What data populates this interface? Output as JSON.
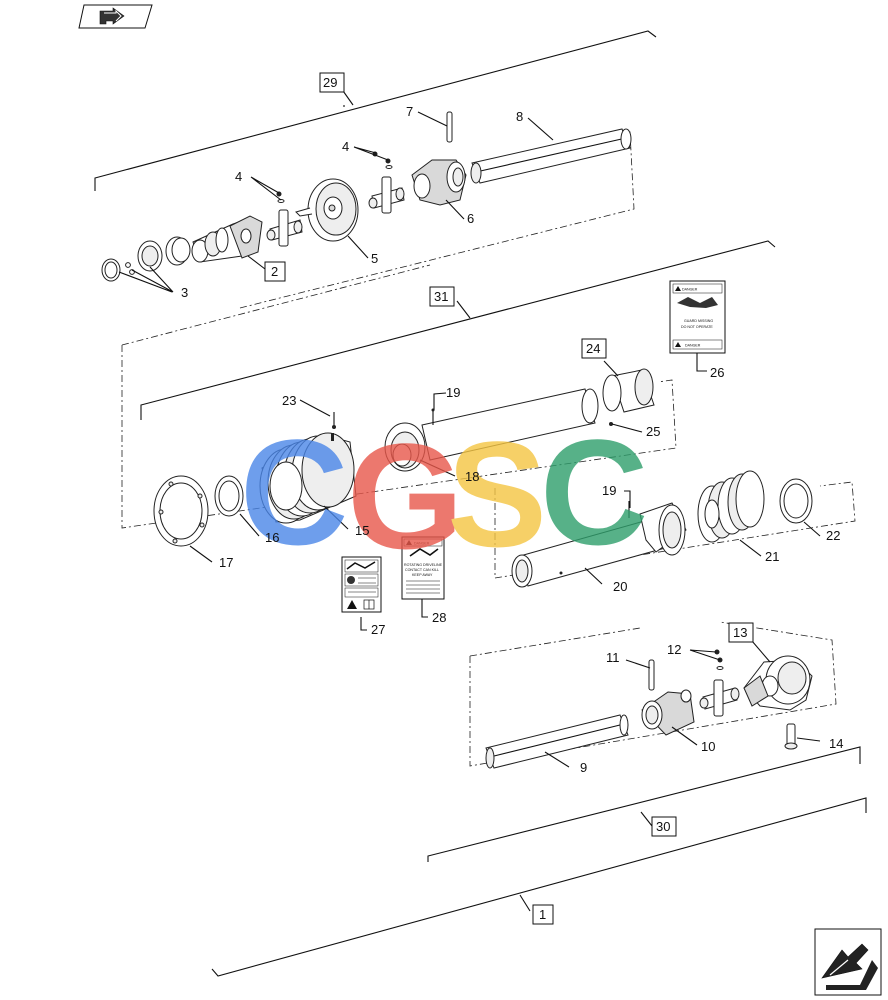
{
  "nav": {
    "prev_icon": "back-arrow-icon",
    "next_icon": "next-arrow-icon"
  },
  "callouts": {
    "c1": "1",
    "c2": "2",
    "c3": "3",
    "c4a": "4",
    "c4b": "4",
    "c5": "5",
    "c6": "6",
    "c7": "7",
    "c8": "8",
    "c9": "9",
    "c10": "10",
    "c11": "11",
    "c12": "12",
    "c13": "13",
    "c14": "14",
    "c15": "15",
    "c16": "16",
    "c17": "17",
    "c18": "18",
    "c19a": "19",
    "c19b": "19",
    "c20": "20",
    "c21": "21",
    "c22": "22",
    "c23": "23",
    "c24": "24",
    "c25": "25",
    "c26": "26",
    "c27": "27",
    "c28": "28",
    "c29": "29",
    "c30": "30",
    "c31": "31"
  },
  "decals": {
    "d26_top": "DANGER",
    "d26_mid1": "GUARD MISSING",
    "d26_mid2": "DO NOT OPERATE",
    "d26_bottom": "DANGER",
    "d28_header": "DANGER",
    "d28_text1": "ROTATING DRIVELINE",
    "d28_text2": "CONTACT CAN KILL",
    "d28_text3": "KEEP AWAY"
  },
  "watermark": {
    "letters": [
      "C",
      "G",
      "S",
      "C"
    ],
    "colors": [
      "#4a86e8",
      "#e8574a",
      "#f5c542",
      "#2e9e6b"
    ]
  }
}
